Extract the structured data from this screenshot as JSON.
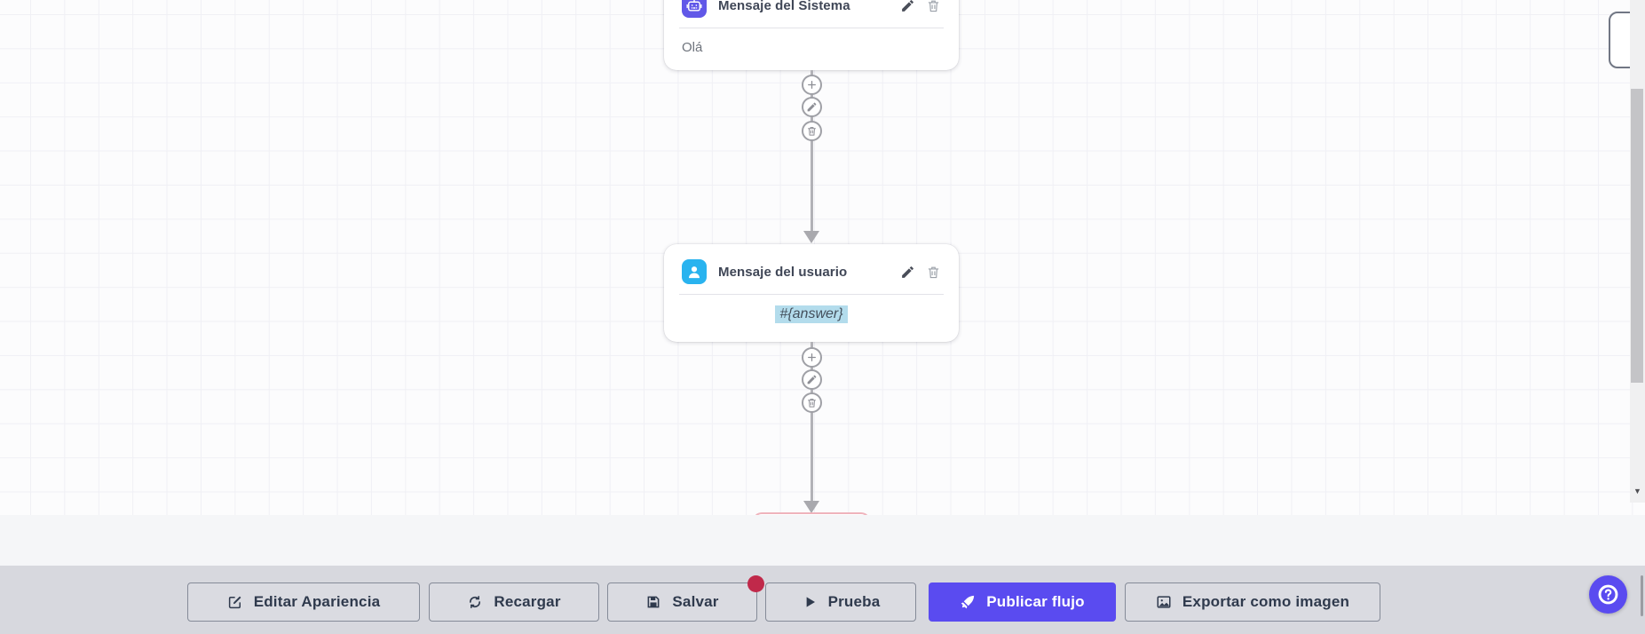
{
  "nodes": [
    {
      "title": "Mensaje del Sistema",
      "content": "Olá",
      "icon": "robot-icon",
      "icon_bg": "#6158e8",
      "highlighted": false
    },
    {
      "title": "Mensaje del usuario",
      "content": "#{answer}",
      "icon": "user-icon",
      "icon_bg": "#29b3ef",
      "highlighted": true
    }
  ],
  "connector_actions": [
    "add",
    "edit",
    "delete"
  ],
  "toolbar": {
    "buttons": [
      {
        "label": "Editar Apariencia",
        "icon": "edit-icon",
        "primary": false
      },
      {
        "label": "Recargar",
        "icon": "refresh-icon",
        "primary": false
      },
      {
        "label": "Salvar",
        "icon": "save-icon",
        "primary": false,
        "unsaved_badge": true
      },
      {
        "label": "Prueba",
        "icon": "play-icon",
        "primary": false
      },
      {
        "label": "Publicar flujo",
        "icon": "rocket-icon",
        "primary": true
      },
      {
        "label": "Exportar como imagen",
        "icon": "image-icon",
        "primary": false
      }
    ]
  },
  "help_button": {
    "icon": "question-icon"
  },
  "colors": {
    "primary": "#5a4bf0",
    "system_node_icon_bg": "#6158e8",
    "user_node_icon_bg": "#29b3ef",
    "answer_highlight": "#b3dcec",
    "unsaved_dot": "#c0294a",
    "toolbar_bg": "#d7d8de",
    "canvas_bg": "#fcfcfd",
    "connector": "#b2b2b7"
  }
}
